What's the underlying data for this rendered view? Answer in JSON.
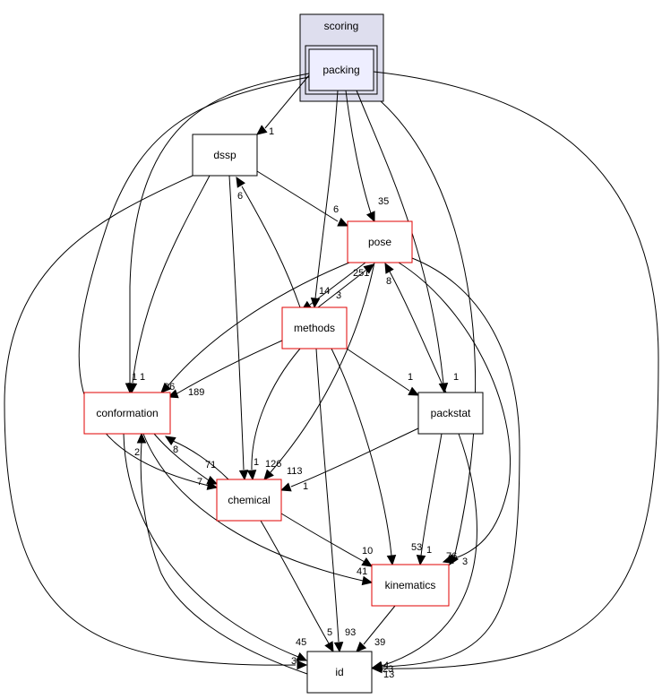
{
  "cluster": {
    "label": "scoring",
    "fill": "#dedeee",
    "stroke": "#000000"
  },
  "colors": {
    "plain_node_border": "#000000",
    "red_node_border": "#e00000",
    "focus_node_fill": "#eeeeff",
    "edge": "#000000"
  },
  "nodes": {
    "packing": {
      "label": "packing",
      "border": "black",
      "focus": true
    },
    "dssp": {
      "label": "dssp",
      "border": "black"
    },
    "pose": {
      "label": "pose",
      "border": "red"
    },
    "methods": {
      "label": "methods",
      "border": "red"
    },
    "conformation": {
      "label": "conformation",
      "border": "red"
    },
    "packstat": {
      "label": "packstat",
      "border": "black"
    },
    "chemical": {
      "label": "chemical",
      "border": "red"
    },
    "kinematics": {
      "label": "kinematics",
      "border": "red"
    },
    "id": {
      "label": "id",
      "border": "black"
    }
  },
  "edges": [
    {
      "from": "packing",
      "to": "dssp",
      "label": "1"
    },
    {
      "from": "packing",
      "to": "pose",
      "label": "35"
    },
    {
      "from": "packing",
      "to": "methods",
      "label": "14"
    },
    {
      "from": "packing",
      "to": "conformation",
      "label": "1"
    },
    {
      "from": "packing",
      "to": "packstat",
      "label": "1"
    },
    {
      "from": "packing",
      "to": "chemical",
      "label": "7"
    },
    {
      "from": "packing",
      "to": "kinematics",
      "label": "3"
    },
    {
      "from": "packing",
      "to": "id",
      "label": "13"
    },
    {
      "from": "dssp",
      "to": "pose",
      "label": "6"
    },
    {
      "from": "dssp",
      "to": "conformation",
      "label": "1"
    },
    {
      "from": "dssp",
      "to": "chemical",
      "label": "1"
    },
    {
      "from": "dssp",
      "to": "id",
      "label": "3"
    },
    {
      "from": "pose",
      "to": "methods",
      "label": "3"
    },
    {
      "from": "pose",
      "to": "conformation",
      "label": "96"
    },
    {
      "from": "pose",
      "to": "chemical",
      "label": "113"
    },
    {
      "from": "pose",
      "to": "kinematics",
      "label": "76"
    },
    {
      "from": "pose",
      "to": "id",
      "label": "23"
    },
    {
      "from": "methods",
      "to": "dssp",
      "label": "6"
    },
    {
      "from": "methods",
      "to": "pose",
      "label": "251"
    },
    {
      "from": "methods",
      "to": "conformation",
      "label": "189"
    },
    {
      "from": "methods",
      "to": "chemical",
      "label": "126"
    },
    {
      "from": "methods",
      "to": "packstat",
      "label": "1"
    },
    {
      "from": "methods",
      "to": "kinematics",
      "label": "53"
    },
    {
      "from": "methods",
      "to": "id",
      "label": "93"
    },
    {
      "from": "packstat",
      "to": "pose",
      "label": "8"
    },
    {
      "from": "packstat",
      "to": "chemical",
      "label": "1"
    },
    {
      "from": "packstat",
      "to": "kinematics",
      "label": "1"
    },
    {
      "from": "packstat",
      "to": "id",
      "label": "4"
    },
    {
      "from": "conformation",
      "to": "chemical",
      "label": "71"
    },
    {
      "from": "conformation",
      "to": "kinematics",
      "label": "41"
    },
    {
      "from": "conformation",
      "to": "id",
      "label": "45"
    },
    {
      "from": "chemical",
      "to": "conformation",
      "label": "8"
    },
    {
      "from": "chemical",
      "to": "kinematics",
      "label": "10"
    },
    {
      "from": "chemical",
      "to": "id",
      "label": "5"
    },
    {
      "from": "kinematics",
      "to": "id",
      "label": "39"
    },
    {
      "from": "id",
      "to": "conformation",
      "label": "2"
    }
  ]
}
